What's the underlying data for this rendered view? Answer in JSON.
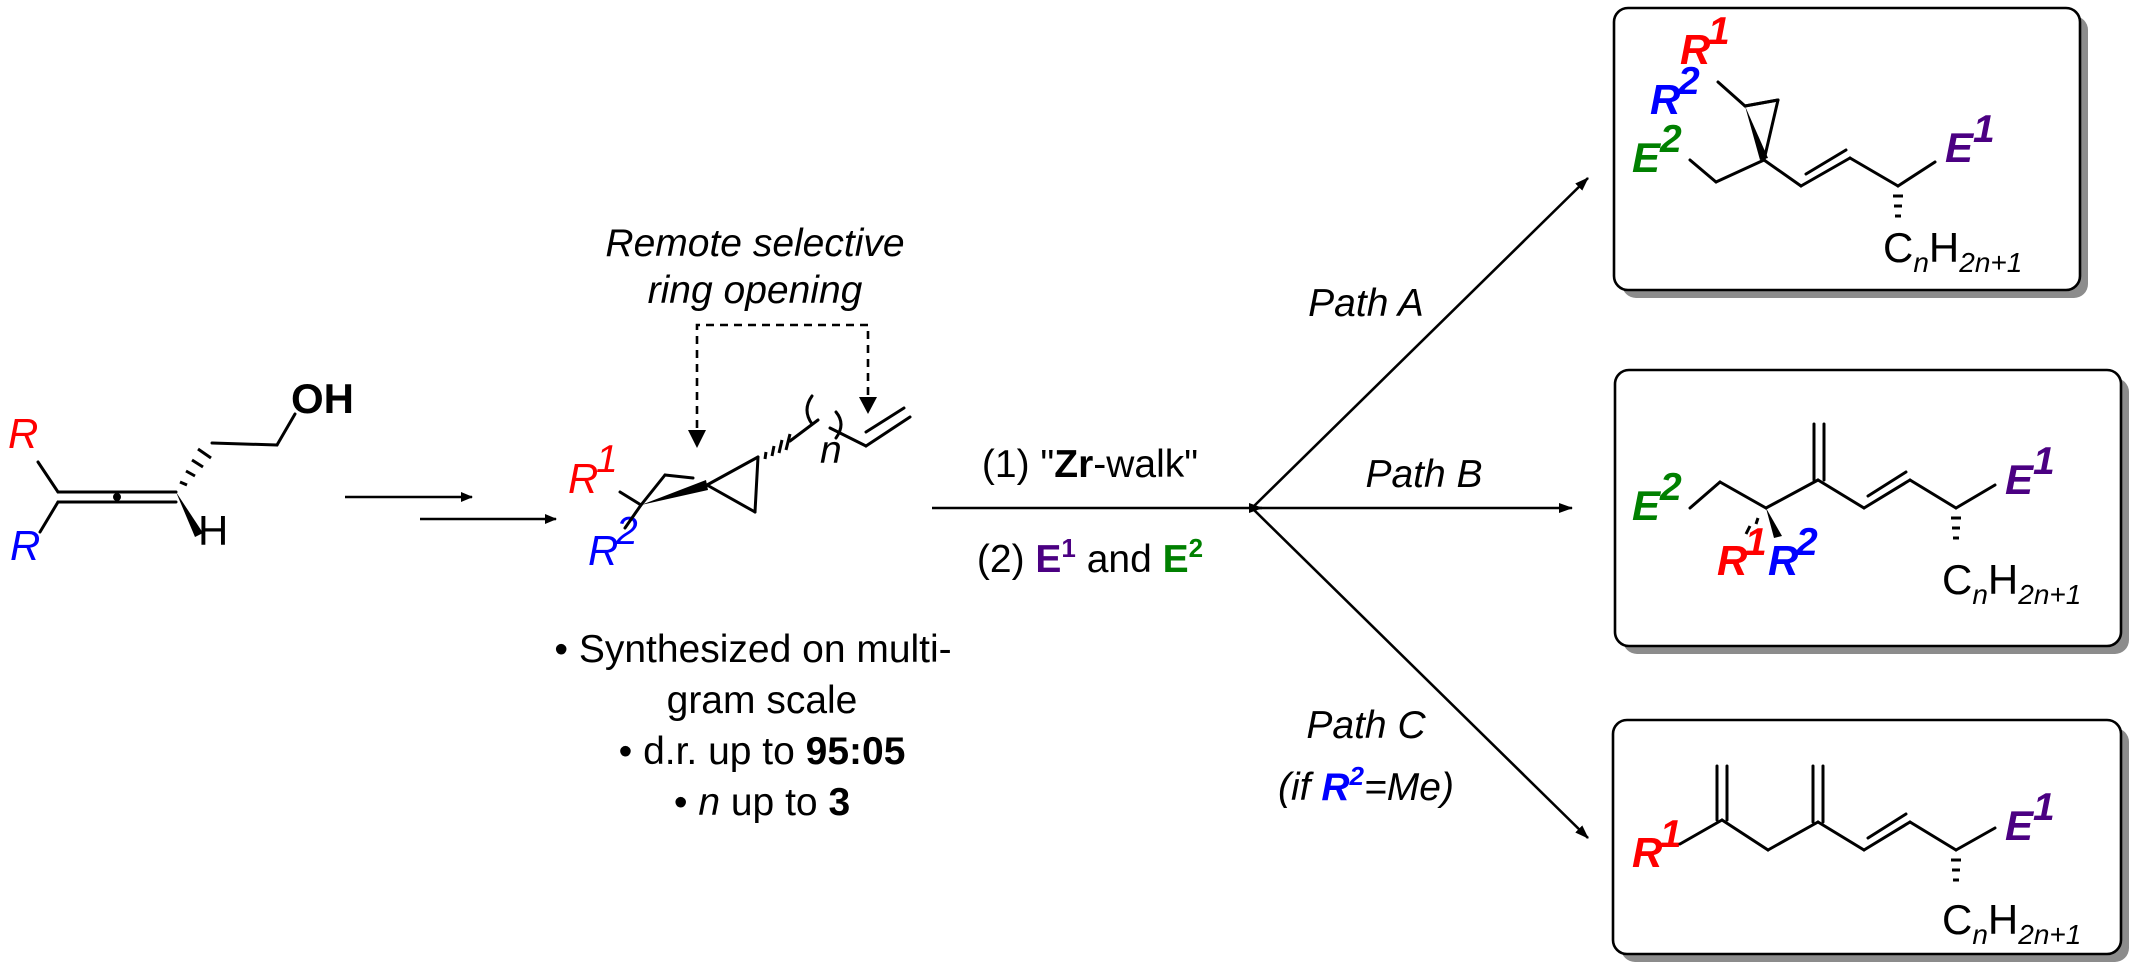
{
  "colors": {
    "r1": "#ff0000",
    "r2": "#0000ff",
    "e1": "#4b0082",
    "e2": "#008000",
    "black": "#000000"
  },
  "labels": {
    "r1_base": "R",
    "r1_sup": "1",
    "r2_base": "R",
    "r2_sup": "2",
    "e1_base": "E",
    "e1_sup": "1",
    "e2_base": "E",
    "e2_sup": "2",
    "oh": "OH",
    "h": "H",
    "n": "n",
    "c": "C",
    "h2": "H",
    "chain_sub": "2n+1"
  },
  "ring_note": {
    "line1": "Remote selective",
    "line2": "ring opening"
  },
  "conditions": {
    "step1_prefix": "(1) \"",
    "step1_bold": "Zr",
    "step1_suffix": "-walk\"",
    "step2_prefix": "(2) ",
    "step2_and": " and "
  },
  "bullets": {
    "line1": "Synthesized on multi-",
    "line2": "gram scale",
    "line3_prefix": "d.r. up to ",
    "line3_bold": "95:05",
    "line4_italic": "n",
    "line4_mid": " up to ",
    "line4_bold": "3"
  },
  "paths": {
    "a": "Path A",
    "b": "Path B",
    "c": "Path C",
    "c_cond_prefix": "(if ",
    "c_cond_suffix": "=Me)"
  }
}
